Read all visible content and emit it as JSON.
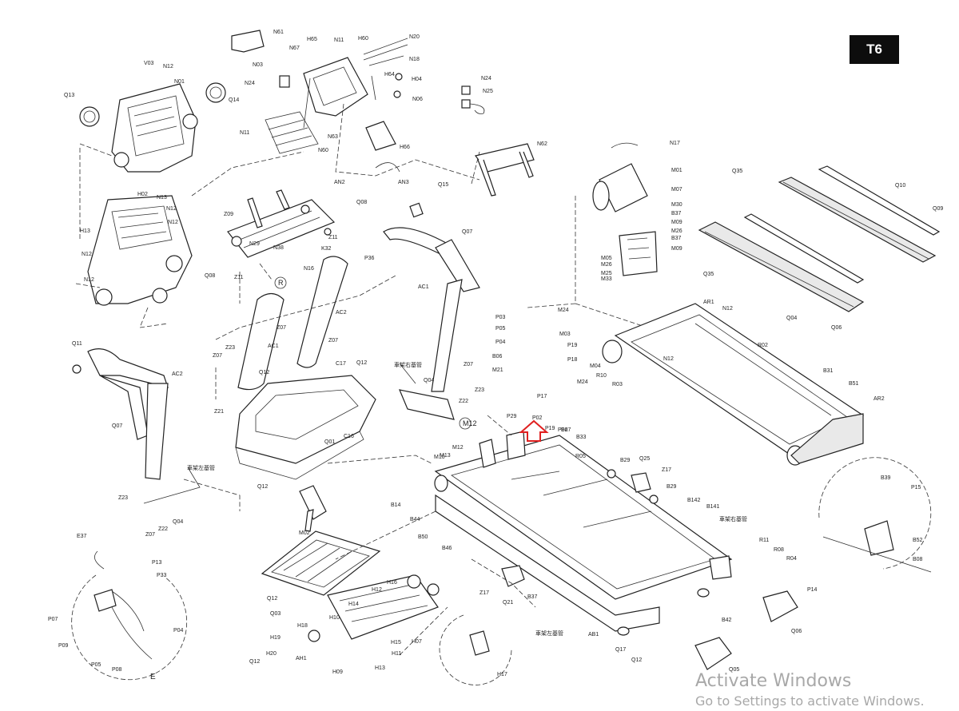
{
  "model_label": "T6",
  "highlight_color": "#e02020",
  "highlight_target": "P02",
  "chinese_labels": [
    "車架右基管",
    "車架右基管",
    "車架左基管",
    "車架左基管"
  ],
  "part_labels": [
    "N61",
    "H65",
    "N11",
    "H60",
    "N20",
    "V03",
    "N12",
    "N67",
    "N18",
    "N01",
    "Q13",
    "Q14",
    "N03",
    "N24",
    "H64",
    "H04",
    "N06",
    "N11",
    "N63",
    "N60",
    "H66",
    "AN3",
    "N24",
    "N25",
    "N62",
    "N17",
    "M01",
    "Q35",
    "Q10",
    "Q09",
    "H02",
    "N13",
    "N12",
    "N12",
    "AN2",
    "Q08",
    "Q15",
    "Q07",
    "M07",
    "M30",
    "B37",
    "M09",
    "M26",
    "B37",
    "M09",
    "H13",
    "N12",
    "Z09",
    "N16",
    "K32",
    "P36",
    "AC1",
    "N29",
    "N38",
    "R",
    "M05",
    "M26",
    "M25",
    "M33",
    "Q35",
    "Q04",
    "Q06",
    "N12",
    "Z11",
    "Z11",
    "Q08",
    "AC2",
    "AR1",
    "N12",
    "Z07",
    "Z07",
    "Q11",
    "Z23",
    "Z07",
    "AC1",
    "C17",
    "Q12",
    "Q12",
    "R02",
    "M24",
    "P03",
    "P05",
    "P04",
    "M03",
    "P19",
    "P18",
    "B06",
    "M21",
    "M24",
    "M04",
    "N12",
    "R03",
    "R10",
    "AC2",
    "Q07",
    "Z21",
    "Q12",
    "Q04",
    "Z07",
    "Z23",
    "Z22",
    "P17",
    "B31",
    "B51",
    "AR2",
    "P29",
    "P02",
    "P19",
    "Q01",
    "C16",
    "E",
    "P06",
    "M13",
    "M12",
    "B27",
    "B33",
    "R05",
    "B29",
    "Q25",
    "Z17",
    "B29",
    "Z23",
    "Z22",
    "Z07",
    "Q04",
    "M10",
    "B14",
    "B44",
    "B50",
    "B46",
    "Q12",
    "B142",
    "B141",
    "M02",
    "R11",
    "R08",
    "R04",
    "B39",
    "P15",
    "B52",
    "B08",
    "P14",
    "E37",
    "P13",
    "P33",
    "P07",
    "P09",
    "P04",
    "P05",
    "P08",
    "E",
    "Q12",
    "Q03",
    "H12",
    "H16",
    "H14",
    "H10",
    "H18",
    "H19",
    "H20",
    "AH1",
    "H09",
    "H13",
    "H11",
    "H15",
    "H07",
    "Z17",
    "Q21",
    "B37",
    "AB1",
    "B42",
    "Q06",
    "Q17",
    "Q12",
    "Q05",
    "H17"
  ],
  "watermark": {
    "line1": "Activate Windows",
    "line2": "Go to Settings to activate Windows."
  }
}
